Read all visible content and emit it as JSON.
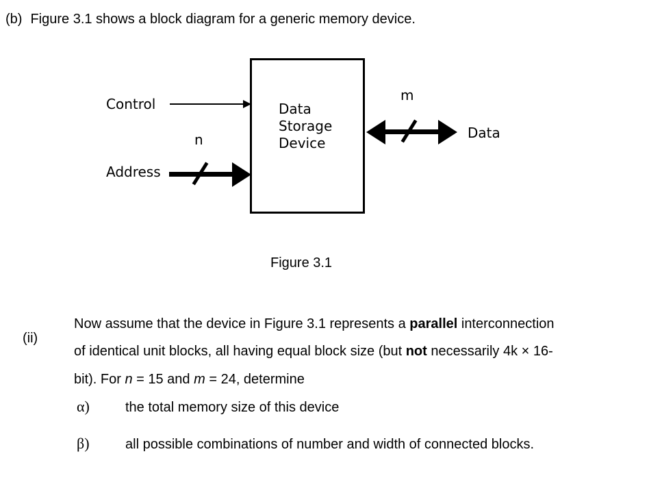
{
  "header": {
    "part_label": "(b)",
    "intro": "Figure 3.1 shows a block diagram for a generic memory device."
  },
  "diagram": {
    "box_label": [
      "Data",
      "Storage",
      "Device"
    ],
    "control_label": "Control",
    "address_label": "Address",
    "n_label": "n",
    "m_label": "m",
    "data_label": "Data",
    "caption": "Figure 3.1",
    "line_color": "#000000"
  },
  "question": {
    "item_label": "(ii)",
    "line1": {
      "pre": "Now assume that the device in Figure 3.1 represents a ",
      "bold": "parallel",
      "post": " interconnection"
    },
    "line2": {
      "pre": "of identical unit blocks, all having equal block size (but ",
      "bold": "not",
      "post": " necessarily 4k × 16-"
    },
    "line3": {
      "pre": "bit). For ",
      "var1": "n",
      "mid": " = 15 and ",
      "var2": "m",
      "post": " = 24, determine"
    },
    "alpha": {
      "label": "α)",
      "text": "the total memory size of this device"
    },
    "beta": {
      "label": "β)",
      "text": "all possible combinations of number and width of connected blocks."
    }
  }
}
